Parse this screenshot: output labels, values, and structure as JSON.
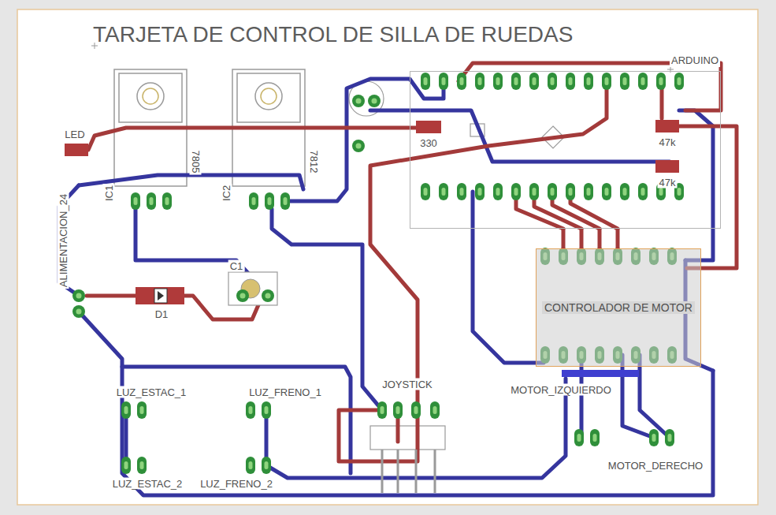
{
  "diagram": {
    "title": "TARJETA DE CONTROL DE SILLA DE RUEDAS",
    "nodes": [
      {
        "text": [
          "ARDUINO"
        ]
      },
      {
        "text": [
          "CONTROLADOR DE MOTOR"
        ]
      }
    ],
    "edges": [
      {
        "from": 0,
        "to": 1,
        "arrow": "none"
      },
      {
        "from": 0,
        "to": 1,
        "arrow": "none"
      },
      {
        "from": 0,
        "to": 1,
        "arrow": "none"
      },
      {
        "from": 0,
        "to": 1,
        "arrow": "none"
      }
    ],
    "labels": [
      "LED",
      "IC1",
      "7805",
      "IC2",
      "7812",
      "330",
      "47k",
      "47k",
      "C1",
      "D1",
      "ALIMENTACION_24",
      "LUZ_ESTAC_1",
      "LUZ_ESTAC_2",
      "LUZ_FRENO_1",
      "LUZ_FRENO_2",
      "JOYSTICK",
      "MOTOR_IZQUIERDO",
      "MOTOR_DERECHO"
    ]
  }
}
